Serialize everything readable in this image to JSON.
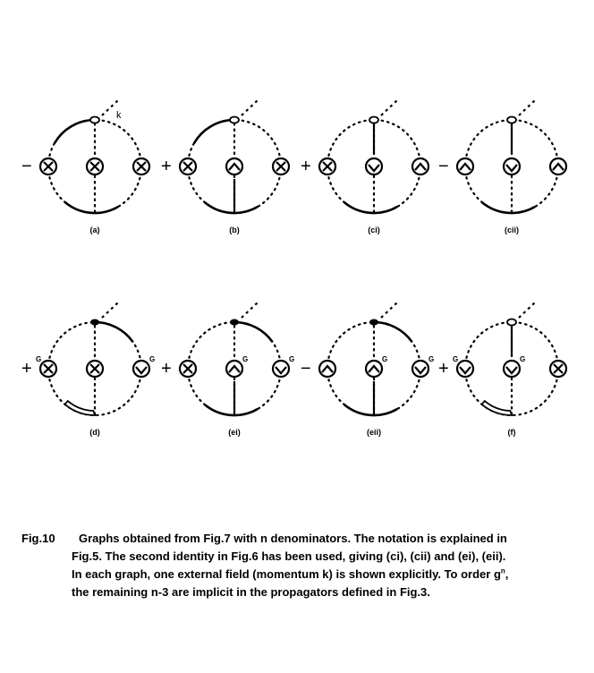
{
  "panels": [
    {
      "id": "a",
      "label": "(a)",
      "op": "−",
      "ext_label": "k",
      "left": "cross",
      "center": "cross",
      "right": "cross",
      "top_vertex": "open",
      "arc_top": "left",
      "arc_bottom": "main",
      "stem": "none"
    },
    {
      "id": "b",
      "label": "(b)",
      "op": "+",
      "ext_label": "",
      "left": "cross",
      "center": "hat",
      "right": "cross",
      "top_vertex": "open",
      "arc_top": "left",
      "arc_bottom": "main",
      "stem": "bottom"
    },
    {
      "id": "ci",
      "label": "(ci)",
      "op": "+",
      "ext_label": "",
      "left": "cross",
      "center": "hat-v",
      "right": "hat",
      "top_vertex": "open",
      "arc_top": "none",
      "arc_bottom": "main",
      "stem": "top"
    },
    {
      "id": "cii",
      "label": "(cii)",
      "op": "−",
      "ext_label": "",
      "left": "hat",
      "center": "hat-v",
      "right": "hat",
      "top_vertex": "open",
      "arc_top": "none",
      "arc_bottom": "main",
      "stem": "top"
    },
    {
      "id": "d",
      "label": "(d)",
      "op": "+",
      "ext_label": "",
      "left": "cross",
      "center": "cross",
      "right": "hat-v",
      "left_g": "G",
      "center_g": "",
      "right_g": "G",
      "top_vertex": "filled",
      "arc_top": "right",
      "arc_bottom": "double",
      "stem": "none"
    },
    {
      "id": "ei",
      "label": "(ei)",
      "op": "+",
      "ext_label": "",
      "left": "cross",
      "center": "hat",
      "right": "hat-v",
      "left_g": "",
      "center_g": "G",
      "right_g": "G",
      "top_vertex": "filled",
      "arc_top": "right",
      "arc_bottom": "main",
      "stem": "bottom"
    },
    {
      "id": "eii",
      "label": "(eii)",
      "op": "−",
      "ext_label": "",
      "left": "hat",
      "center": "hat",
      "right": "hat-v",
      "left_g": "",
      "center_g": "G",
      "right_g": "G",
      "top_vertex": "filled",
      "arc_top": "right",
      "arc_bottom": "main",
      "stem": "bottom"
    },
    {
      "id": "f",
      "label": "(f)",
      "op": "+",
      "ext_label": "",
      "left": "hat-v",
      "center": "hat-v",
      "right": "cross",
      "left_g": "G",
      "center_g": "G",
      "right_g": "",
      "top_vertex": "open",
      "arc_top": "none",
      "arc_bottom": "double",
      "stem": "top"
    }
  ],
  "caption": {
    "fig": "Fig.10",
    "line1": "Graphs obtained from Fig.7 with n denominators. The notation is explained in",
    "line2": "Fig.5. The second identity in Fig.6 has been used, giving (ci), (cii) and (ei), (eii).",
    "line3_a": "In each graph, one external field (momentum k) is shown explicitly. To order g",
    "line3_sup": "n",
    "line3_b": ",",
    "line4": "the remaining n-3 are implicit in the propagators defined in Fig.3."
  }
}
